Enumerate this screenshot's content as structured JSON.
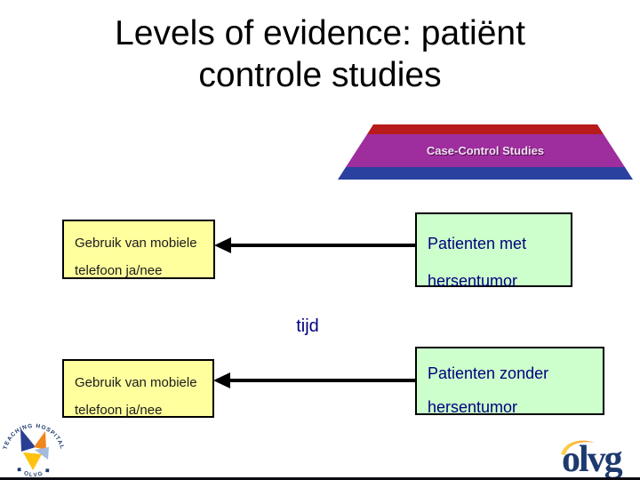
{
  "title": {
    "line1": "Levels of evidence: patiënt",
    "line2": "controle studies"
  },
  "pyramid": {
    "label": "Case-Control Studies",
    "colors": {
      "top_band": "#b71b1b",
      "middle_band": "#9e2d9e",
      "bottom_band": "#2a41a0"
    }
  },
  "diagram": {
    "exposure_top": {
      "line1": "Gebruik van mobiele",
      "line2": "telefoon ja/nee"
    },
    "cases": {
      "line1": "Patienten met",
      "line2": "hersentumor"
    },
    "exposure_bottom": {
      "line1": "Gebruik van mobiele",
      "line2": "telefoon ja/nee"
    },
    "controls": {
      "line1": "Patienten zonder",
      "line2": "hersentumor"
    },
    "time_label": "tijd"
  },
  "logos": {
    "badge": {
      "arc_top": "TEACHING HOSPITAL",
      "arc_bottom": "◆ OLVG ◆"
    },
    "olvg": "olvg"
  },
  "colors": {
    "box_yellow": "#ffff9e",
    "box_green": "#ccffcc",
    "box_border": "#000000",
    "navy_text": "#00007d",
    "time_navy": "#000080",
    "title_black": "#000000",
    "arrow_black": "#000000",
    "olvg_blue": "#1d3a6e",
    "swoosh_gold": "#f7a11a",
    "badge_navy": "#2b3f92",
    "badge_orange": "#f0861e",
    "badge_lightblue": "#a3bbdc",
    "badge_yellow": "#ffc20e"
  }
}
